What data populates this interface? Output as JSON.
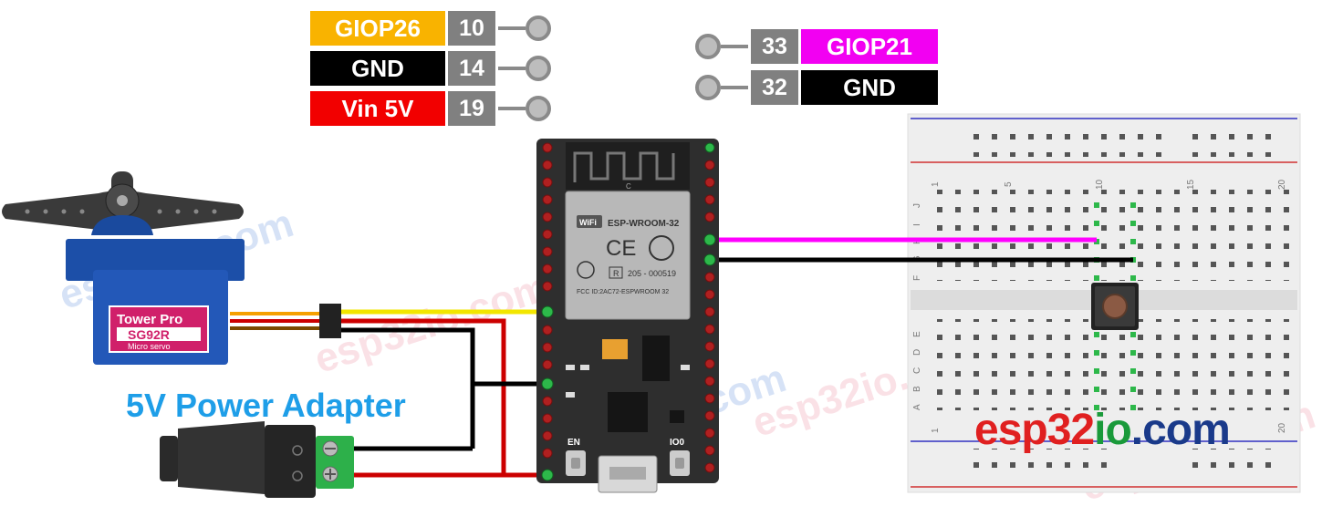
{
  "left_pins": [
    {
      "label": "GIOP26",
      "num": "10",
      "bg": "#f9b300"
    },
    {
      "label": "GND",
      "num": "14",
      "bg": "#000000"
    },
    {
      "label": "Vin 5V",
      "num": "19",
      "bg": "#f20000"
    }
  ],
  "right_pins": [
    {
      "label": "GIOP21",
      "num": "33",
      "bg": "#f200f2"
    },
    {
      "label": "GND",
      "num": "32",
      "bg": "#000000"
    }
  ],
  "servo": {
    "brand": "Tower Pro",
    "model": "SG92R",
    "type": "Micro servo"
  },
  "esp32": {
    "module": "ESP-WROOM-32",
    "cert": "205 - 000519",
    "fcc": "FCC ID:2AC72-ESPWROOM 32",
    "btn_en": "EN",
    "btn_io0": "IO0",
    "wifi": "WiFi",
    "ce": "CE",
    "r_mark": "R",
    "c_mark": "C"
  },
  "adapter_title": "5V Power Adapter",
  "brand": {
    "part1": "esp32",
    "part2": "io",
    "part3": ".com"
  },
  "watermark": "esp32io.com",
  "breadboard": {
    "col_labels": [
      "1",
      "5",
      "10",
      "15",
      "20"
    ],
    "row_labels_top": [
      "J",
      "I",
      "H",
      "G",
      "F"
    ],
    "row_labels_bottom": [
      "E",
      "D",
      "C",
      "B",
      "A"
    ]
  },
  "colors": {
    "wire_pink": "#ff00ff",
    "wire_black": "#000000",
    "wire_red": "#cc0000",
    "wire_yellow": "#f2e600",
    "wire_orange": "#f5a000",
    "wire_brown": "#7a4a00"
  }
}
